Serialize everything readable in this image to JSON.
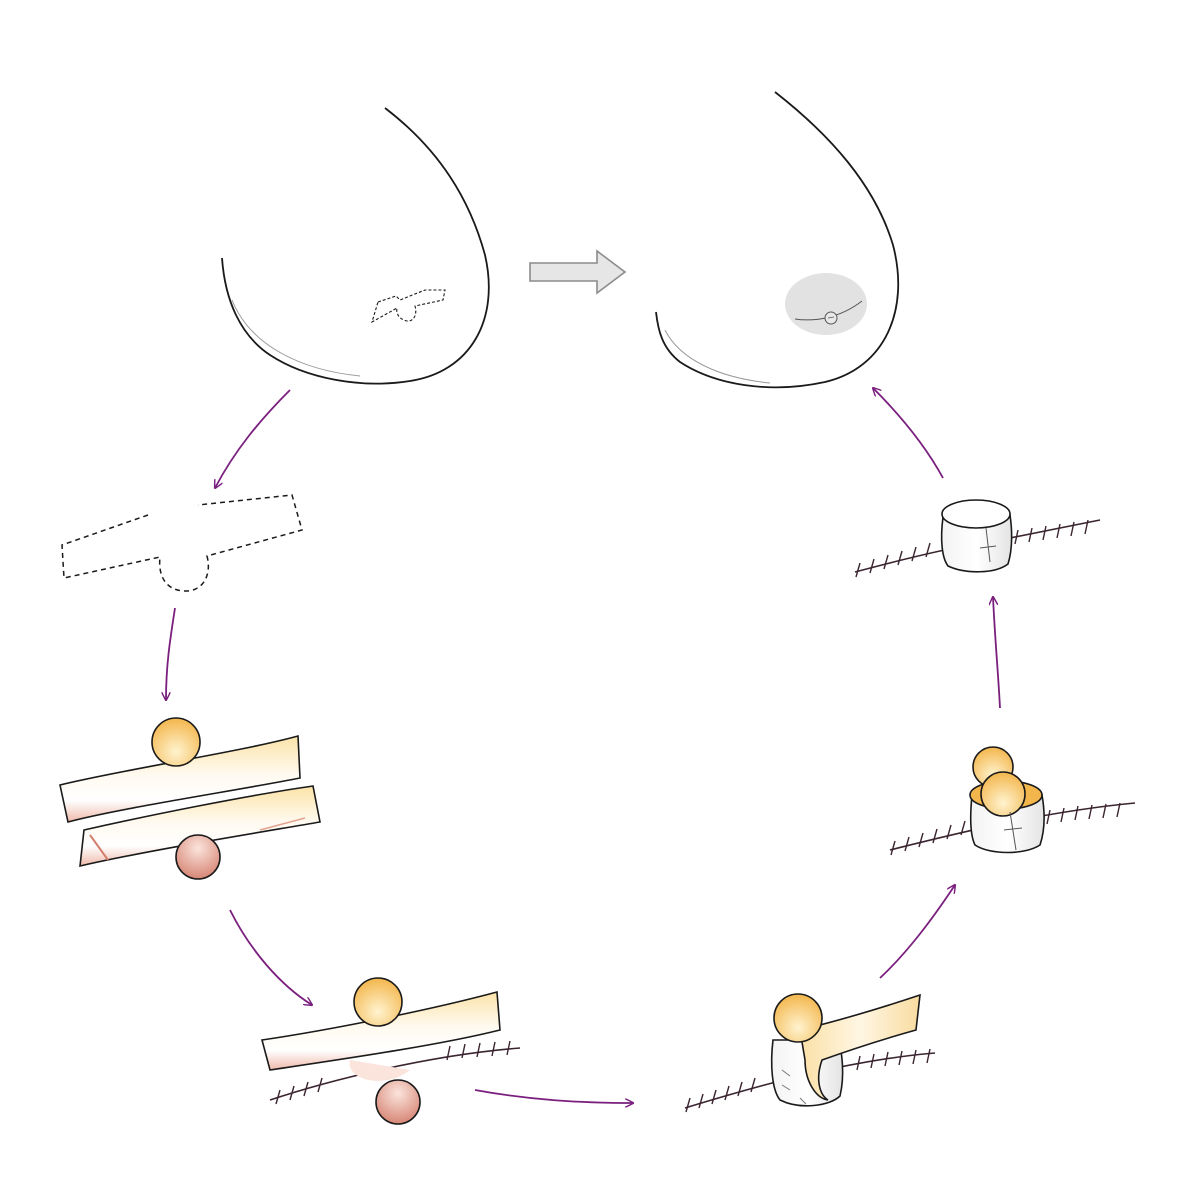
{
  "diagram": {
    "type": "process-cycle",
    "labels": [],
    "colors": {
      "line": "#1a1a1a",
      "arrow": "#7a1f7e",
      "big_arrow_fill": "#e6e6e6",
      "big_arrow_stroke": "#8c8c8c",
      "areola": "#e2e2e2",
      "flap_light": "#fdf0cf",
      "flap_orange": "#f5c27a",
      "flap_pink": "#e9a08e",
      "nub_top": "#f6c25c",
      "nub_bottom": "#d98877",
      "suture": "#3a2530"
    },
    "steps": [
      {
        "id": "breast-before",
        "icon": "breast-outline-with-flap-marking"
      },
      {
        "id": "breast-after",
        "icon": "breast-outline-with-reconstructed-nipple"
      },
      {
        "id": "flap-design",
        "icon": "dashed-flap-outline"
      },
      {
        "id": "flap-elevated",
        "icon": "flap-with-two-nubs"
      },
      {
        "id": "flap-sutured-base",
        "icon": "flap-over-incision"
      },
      {
        "id": "wing-wrapped",
        "icon": "wing-wrap-around-nub"
      },
      {
        "id": "cylinder-formed",
        "icon": "cylinder-with-cap"
      },
      {
        "id": "nipple-complete",
        "icon": "finished-nipple-on-incision"
      }
    ]
  }
}
